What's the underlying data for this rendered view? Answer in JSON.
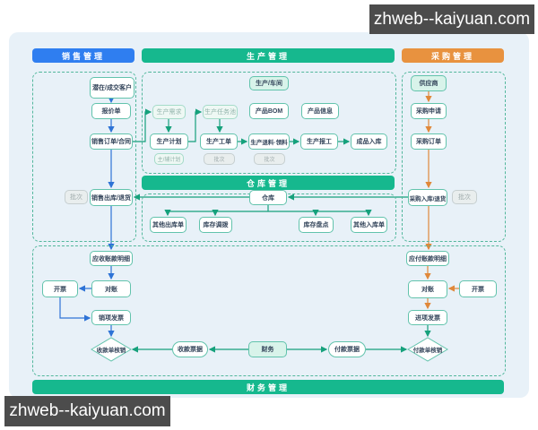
{
  "watermark": {
    "text": "zhweb--kaiyuan.com"
  },
  "sections": {
    "sales": {
      "title": "销售管理"
    },
    "production": {
      "title": "生产管理"
    },
    "purchase": {
      "title": "采购管理"
    },
    "warehouse": {
      "title": "仓库管理"
    },
    "finance": {
      "title": "财务管理"
    }
  },
  "colors": {
    "sales_header": "#2f7ef0",
    "green_header": "#16b88e",
    "purchase_header": "#e8923f",
    "arrow_blue": "#2e73d6",
    "arrow_teal": "#16a17c",
    "arrow_orange": "#e0883a",
    "canvas_bg": "#e8f1f8"
  },
  "nodes": {
    "potential_customer": {
      "label": "潜在/成交客户"
    },
    "quotation": {
      "label": "报价单"
    },
    "sales_order": {
      "label": "销售订单/合同"
    },
    "batch_sales": {
      "label": "批次"
    },
    "sales_outbound": {
      "label": "销售出库/退货"
    },
    "ar_detail": {
      "label": "应收账款明细"
    },
    "invoice_left": {
      "label": "开票"
    },
    "reconcile_left": {
      "label": "对账"
    },
    "sales_invoice": {
      "label": "销项发票"
    },
    "receipt_writeoff": {
      "label": "收款单核销"
    },
    "receipt_bill": {
      "label": "收款票据"
    },
    "finance": {
      "label": "财务"
    },
    "payment_bill": {
      "label": "付款票据"
    },
    "payment_writeoff": {
      "label": "付款单核销"
    },
    "input_invoice": {
      "label": "进项发票"
    },
    "reconcile_right": {
      "label": "对账"
    },
    "invoice_right": {
      "label": "开票"
    },
    "ap_detail": {
      "label": "应付账款明细"
    },
    "workshop": {
      "label": "生产/车间"
    },
    "prod_demand": {
      "label": "生产需求"
    },
    "task_pool": {
      "label": "生产任务池"
    },
    "product_bom": {
      "label": "产品BOM"
    },
    "product_info": {
      "label": "产品信息"
    },
    "prod_plan": {
      "label": "生产计划"
    },
    "main_aux_plan": {
      "label": "主/辅计划"
    },
    "work_order": {
      "label": "生产工单"
    },
    "batch_work_order": {
      "label": "批次"
    },
    "material": {
      "label": "生产退料·领料"
    },
    "batch_material": {
      "label": "批次"
    },
    "reporting": {
      "label": "生产报工"
    },
    "finished_in": {
      "label": "成品入库"
    },
    "warehouse_node": {
      "label": "仓库"
    },
    "other_out": {
      "label": "其他出库单"
    },
    "stock_transfer": {
      "label": "库存调拨"
    },
    "stock_check": {
      "label": "库存盘点"
    },
    "other_in": {
      "label": "其他入库单"
    },
    "supplier": {
      "label": "供应商"
    },
    "purchase_request": {
      "label": "采购申请"
    },
    "purchase_order": {
      "label": "采购订单"
    },
    "purchase_inbound": {
      "label": "采购入库/退货"
    },
    "batch_purchase": {
      "label": "批次"
    }
  }
}
